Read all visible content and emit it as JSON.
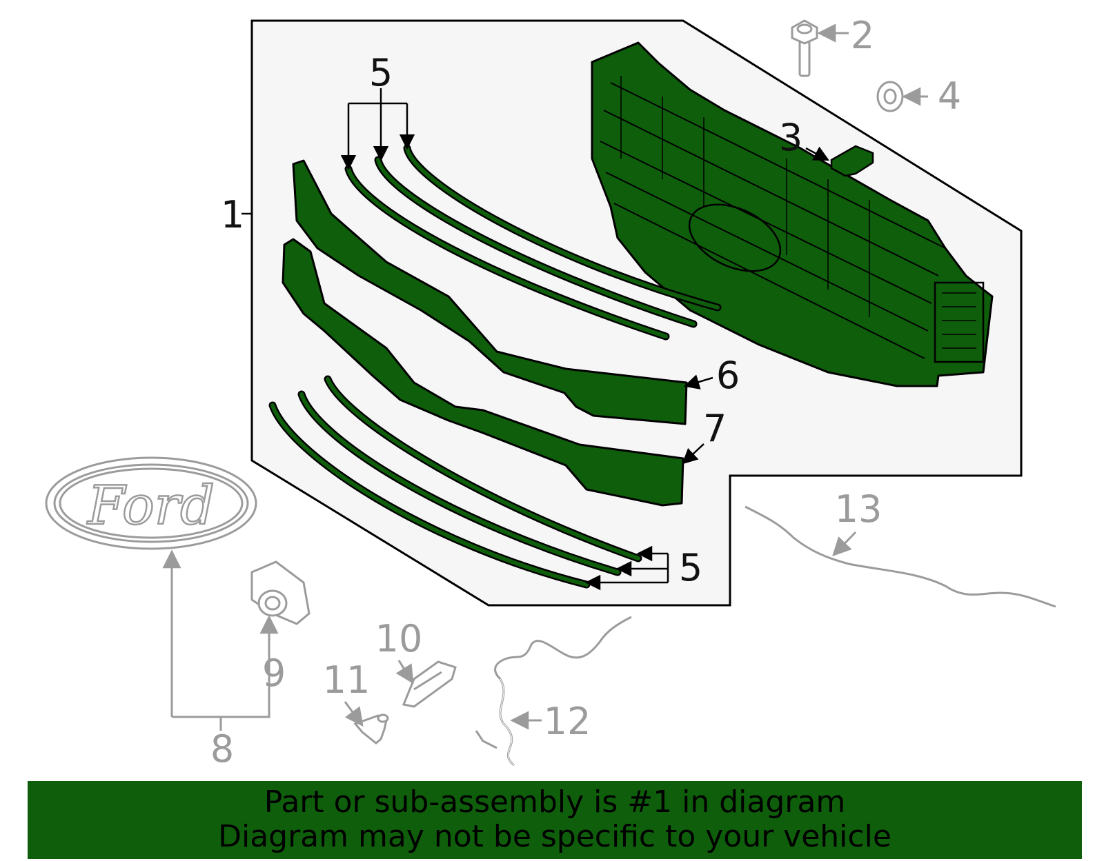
{
  "callouts": {
    "c1": "1",
    "c2": "2",
    "c3": "3",
    "c4": "4",
    "c5_top": "5",
    "c5_bottom": "5",
    "c6": "6",
    "c7": "7",
    "c8": "8",
    "c9": "9",
    "c10": "10",
    "c11": "11",
    "c12": "12",
    "c13": "13"
  },
  "logo_text": "Ford",
  "banner": {
    "line1": "Part or sub-assembly is #1 in diagram",
    "line2": "Diagram may not be specific to your vehicle"
  },
  "colors": {
    "highlight_part": "#0f5e0b",
    "outline": "#000000",
    "secondary_part": "#9b9b9b",
    "assembly_panel": "#f6f6f6",
    "banner_bg": "#0f5e0b"
  },
  "icons": {
    "bolt": "bolt-icon",
    "nut": "nut-icon",
    "bracket": "bracket-icon",
    "emblem": "ford-emblem-icon",
    "camera": "camera-icon",
    "sensor": "sensor-icon",
    "connector": "connector-icon",
    "harness": "wire-harness-icon"
  }
}
